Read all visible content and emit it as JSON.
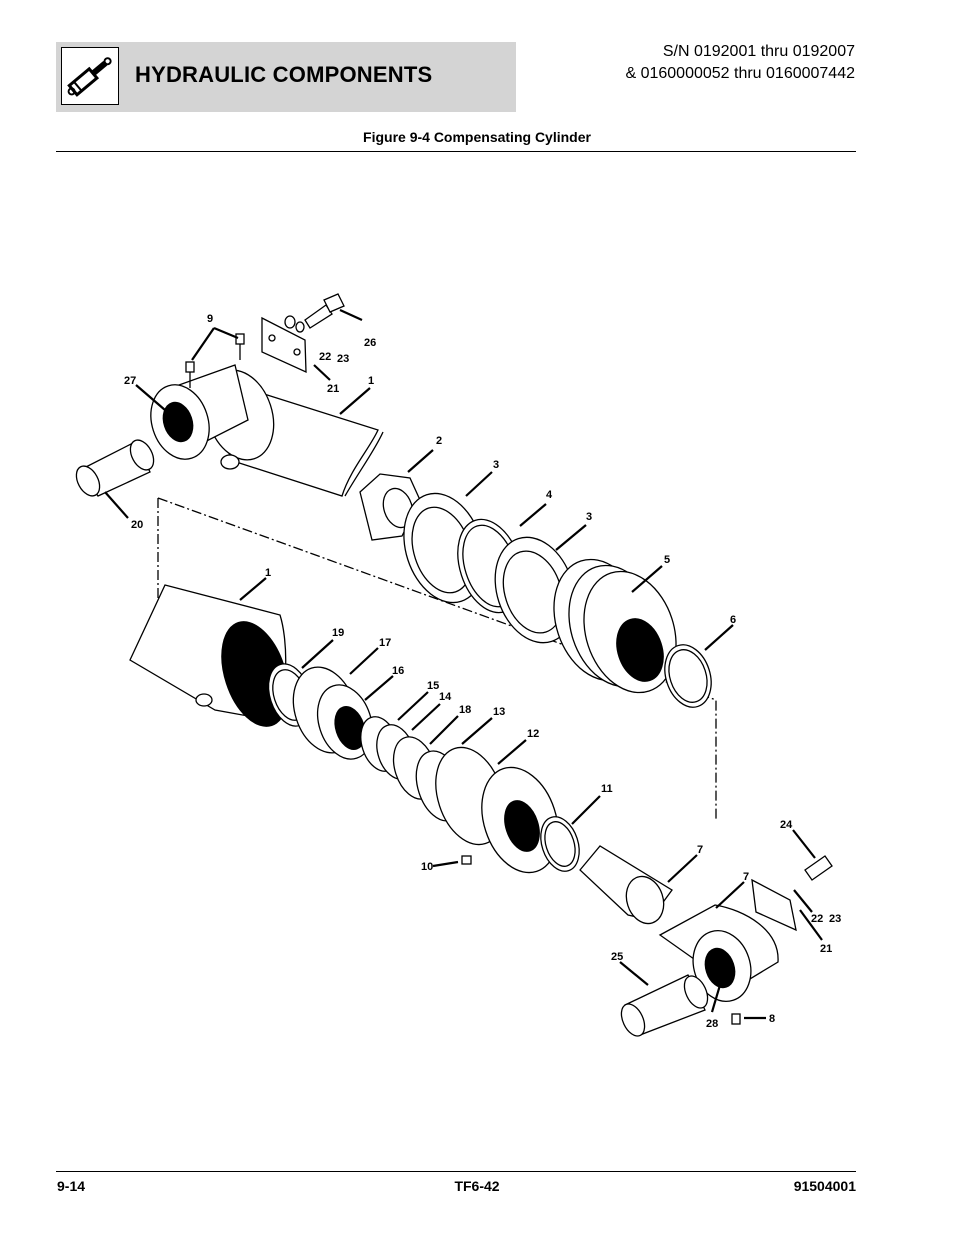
{
  "header": {
    "title": "HYDRAULIC COMPONENTS",
    "serial_line1": "S/N 0192001 thru 0192007",
    "serial_line2": "& 0160000052 thru 0160007442",
    "icon": "hydraulic-cylinder-icon"
  },
  "figure": {
    "title": "Figure 9-4 Compensating Cylinder",
    "callouts": [
      "9",
      "26",
      "22",
      "23",
      "27",
      "21",
      "1",
      "2",
      "3",
      "4",
      "3",
      "20",
      "5",
      "1",
      "6",
      "19",
      "17",
      "16",
      "15",
      "14",
      "18",
      "13",
      "12",
      "11",
      "24",
      "7",
      "7",
      "10",
      "22",
      "23",
      "21",
      "25",
      "28",
      "8"
    ]
  },
  "footer": {
    "page_number": "9-14",
    "model": "TF6-42",
    "manual_number": "91504001"
  }
}
